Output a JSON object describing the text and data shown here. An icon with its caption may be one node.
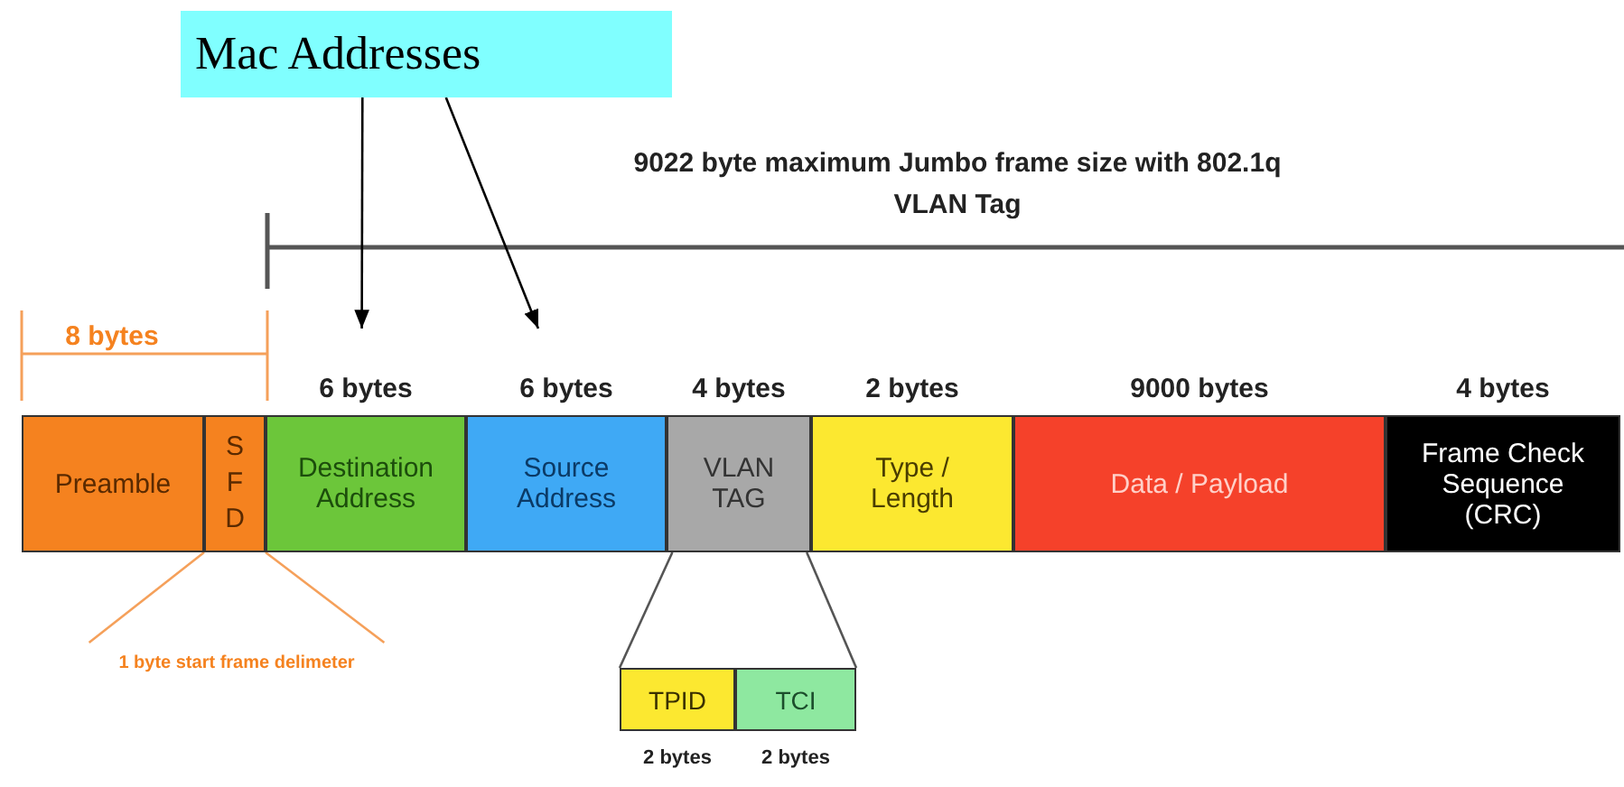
{
  "diagram": {
    "nodes": [
      {
        "text": [
          "Mac Addresses"
        ]
      },
      {
        "text": [
          "Preamble"
        ]
      },
      {
        "text": [
          "S F D"
        ]
      },
      {
        "text": [
          "Destination Address"
        ],
        "beside": [
          "6 bytes"
        ]
      },
      {
        "text": [
          "Source Address"
        ],
        "beside": [
          "6 bytes"
        ]
      },
      {
        "text": [
          "VLAN TAG"
        ],
        "beside": [
          "4 bytes"
        ]
      },
      {
        "text": [
          "Type / Length"
        ],
        "beside": [
          "2 bytes"
        ]
      },
      {
        "text": [
          "Data / Payload"
        ],
        "beside": [
          "9000 bytes"
        ]
      },
      {
        "text": [
          "Frame Check Sequence (CRC)"
        ],
        "beside": [
          "4 bytes"
        ]
      },
      {
        "text": [
          "TPID"
        ],
        "beside": [
          "2 bytes"
        ]
      },
      {
        "text": [
          "TCI"
        ],
        "beside": [
          "2 bytes"
        ]
      },
      {
        "text": [
          "1 byte start frame delimeter"
        ]
      }
    ],
    "edges": [
      {
        "from": 0,
        "to": 3,
        "arrow": "to"
      },
      {
        "from": 0,
        "to": 4,
        "arrow": "to"
      },
      {
        "from": 5,
        "to": 9,
        "arrow": "none"
      },
      {
        "from": 5,
        "to": 10,
        "arrow": "none"
      },
      {
        "from": 2,
        "to": 11,
        "arrow": "none",
        "color": "#f5a05a"
      },
      {
        "from": 2,
        "to": 11,
        "arrow": "none",
        "color": "#f5a05a"
      }
    ],
    "labels": [
      "9022 byte maximum Jumbo frame size with 802.1q VLAN Tag",
      "8 bytes"
    ]
  }
}
